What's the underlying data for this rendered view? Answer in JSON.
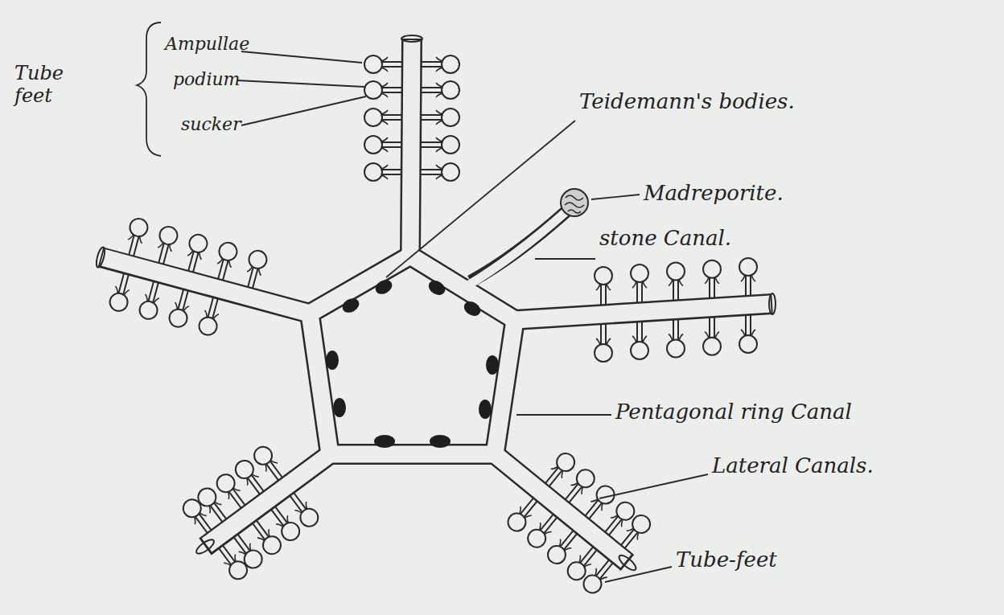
{
  "diagram": {
    "labels": [
      "Tube feet",
      "Ampullae",
      "podium",
      "sucker",
      "Teidemann's bodies.",
      "Madreporite.",
      "stone Canal.",
      "Pentagonal ring Canal",
      "Lateral Canals.",
      "Tube-feet"
    ]
  }
}
